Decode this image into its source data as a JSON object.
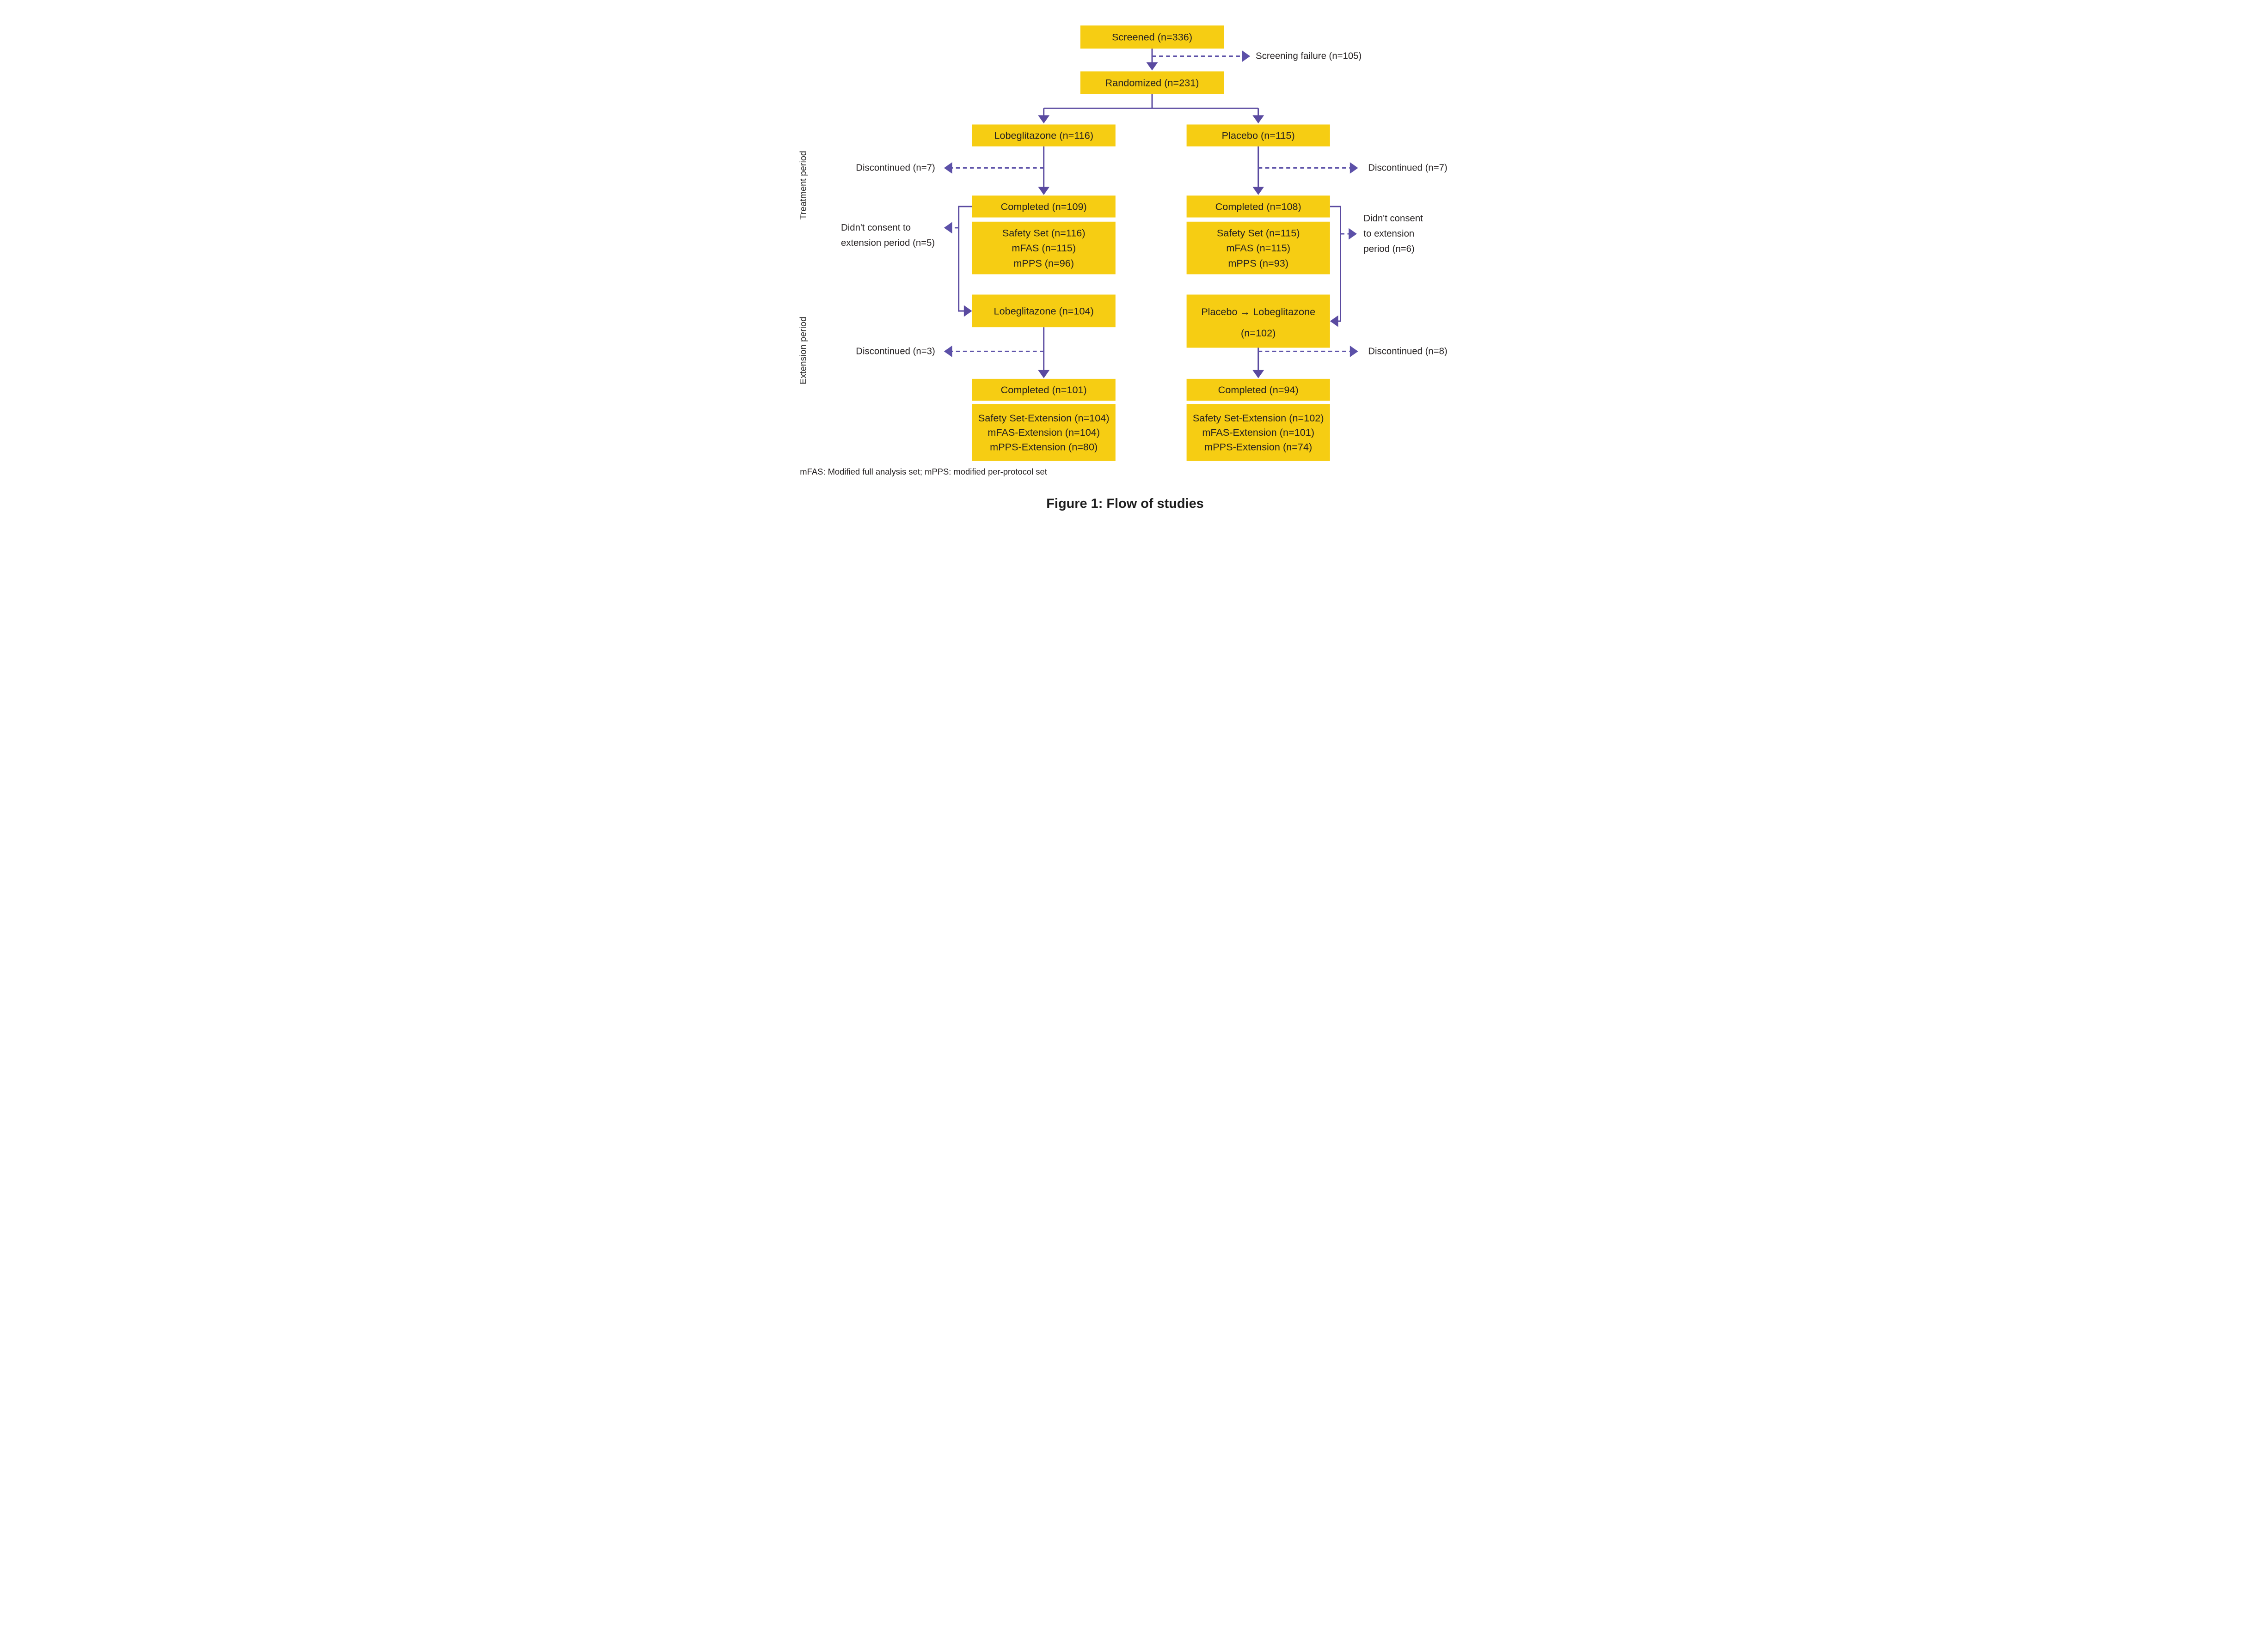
{
  "colors": {
    "box_fill": "#F6CD13",
    "solid_arrow": "#5A4AA0",
    "dashed_arrow": "#5C50A8",
    "text": "#231F20"
  },
  "figure": {
    "title": "Figure 1: Flow of studies",
    "footnote": "mFAS: Modified full analysis set; mPPS: modified per-protocol set",
    "period_labels": {
      "treatment": "Treatment period",
      "extension": "Extension period"
    },
    "nodes": {
      "screened": "Screened (n=336)",
      "screening_failure": "Screening failure (n=105)",
      "randomized": "Randomized (n=231)",
      "lobeglitazone_arm": "Lobeglitazone (n=116)",
      "placebo_arm": "Placebo (n=115)",
      "discontinued_treatment_left": "Discontinued (n=7)",
      "discontinued_treatment_right": "Discontinued (n=7)",
      "completed_treatment_left": "Completed (n=109)",
      "completed_treatment_right": "Completed (n=108)",
      "safety_left": {
        "lines": [
          "Safety Set (n=116)",
          "mFAS (n=115)",
          "mPPS (n=96)"
        ]
      },
      "safety_right": {
        "lines": [
          "Safety Set (n=115)",
          "mFAS (n=115)",
          "mPPS (n=93)"
        ]
      },
      "no_consent_left": {
        "lines": [
          "Didn't consent to",
          "extension period (n=5)"
        ]
      },
      "no_consent_right": {
        "lines": [
          "Didn't consent",
          "to extension",
          "period (n=6)"
        ]
      },
      "lobeglitazone_extension": "Lobeglitazone (n=104)",
      "placebo_to_lobeglitazone": {
        "lines": [
          "Placebo → Lobeglitazone",
          "(n=102)"
        ]
      },
      "discontinued_extension_left": "Discontinued (n=3)",
      "discontinued_extension_right": "Discontinued (n=8)",
      "completed_extension_left": "Completed (n=101)",
      "completed_extension_right": "Completed (n=94)",
      "extension_sets_left": {
        "lines": [
          "Safety Set-Extension (n=104)",
          "mFAS-Extension (n=104)",
          "mPPS-Extension (n=80)"
        ]
      },
      "extension_sets_right": {
        "lines": [
          "Safety Set-Extension (n=102)",
          "mFAS-Extension (n=101)",
          "mPPS-Extension (n=74)"
        ]
      }
    }
  }
}
